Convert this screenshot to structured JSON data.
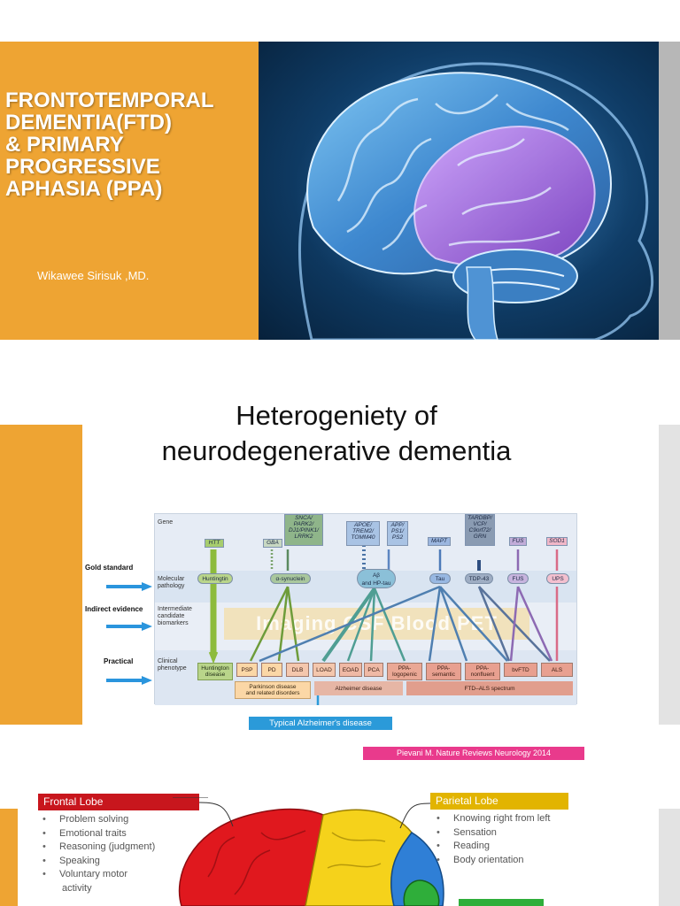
{
  "slide1": {
    "title": "FRONTOTEMPORAL\nDEMENTIA(FTD)\n& PRIMARY\nPROGRESSIVE\nAPHASIA (PPA)",
    "author": "Wikawee Sirisuk ,MD."
  },
  "slide2": {
    "title": "Heterogeniety of\nneurodegenerative dementia",
    "side_labels": {
      "gold": "Gold standard",
      "indirect": "Indirect evidence",
      "practical": "Practical"
    },
    "row_labels": {
      "gene": "Gene",
      "molecular": "Molecular\npathology",
      "intermediate": "Intermediate\ncandidate\nbiomarkers",
      "clinical": "Clinical\nphenotype"
    },
    "genes": {
      "htt": "HTT",
      "gba": "GBA",
      "snca": "SNCA/\nPARK2/\nDJ1/PINK1/\nLRRK2",
      "apoe": "APOE/\nTREM2/\nTOMM40",
      "app": "APP/\nPS1/\nPS2",
      "mapt": "MAPT",
      "tardbp": "TARDBP/\nVCP/\nC9orf72/\nGRN",
      "fus": "FUS",
      "sod1": "SOD1"
    },
    "molecular": {
      "huntingtin": "Huntingtin",
      "synuclein": "α-synuclein",
      "abeta": "Aβ",
      "abeta_sub": "and HP-tau",
      "tau": "Tau",
      "tdp": "TDP-43",
      "fus": "FUS",
      "ups": "UPS"
    },
    "imaging": "Imaging CSF Blood PET",
    "phenotypes": {
      "hd": "Huntington\ndisease",
      "psp": "PSP",
      "pd": "PD",
      "dlb": "DLB",
      "load": "LOAD",
      "eoad": "EOAD",
      "pca": "PCA",
      "ppa_log": "PPA-\nlogopenic",
      "ppa_sem": "PPA-\nsemantic",
      "ppa_non": "PPA-\nnonfluent",
      "bvftd": "bvFTD",
      "als": "ALS"
    },
    "groups": {
      "parkinson": "Parkinson disease\nand related disorders",
      "alzheimer": "Alzheimer disease",
      "ftd_als": "FTD–ALS spectrum"
    },
    "typical": "Typical Alzheimer's disease",
    "citation": "Pievani M. Nature Reviews Neurology 2014"
  },
  "slide3": {
    "frontal": {
      "title": "Frontal Lobe",
      "items": [
        "Problem solving",
        "Emotional traits",
        "Reasoning (judgment)",
        "Speaking",
        "Voluntary motor",
        "activity"
      ]
    },
    "parietal": {
      "title": "Parietal Lobe",
      "items": [
        "Knowing right from left",
        "Sensation",
        "Reading",
        "Body orientation"
      ]
    }
  },
  "colors": {
    "orange": "#eea433",
    "frontal_red": "#c8161d",
    "parietal_yellow": "#e2b400",
    "blue_label": "#2b9ad9",
    "pink_label": "#e93a8c"
  }
}
